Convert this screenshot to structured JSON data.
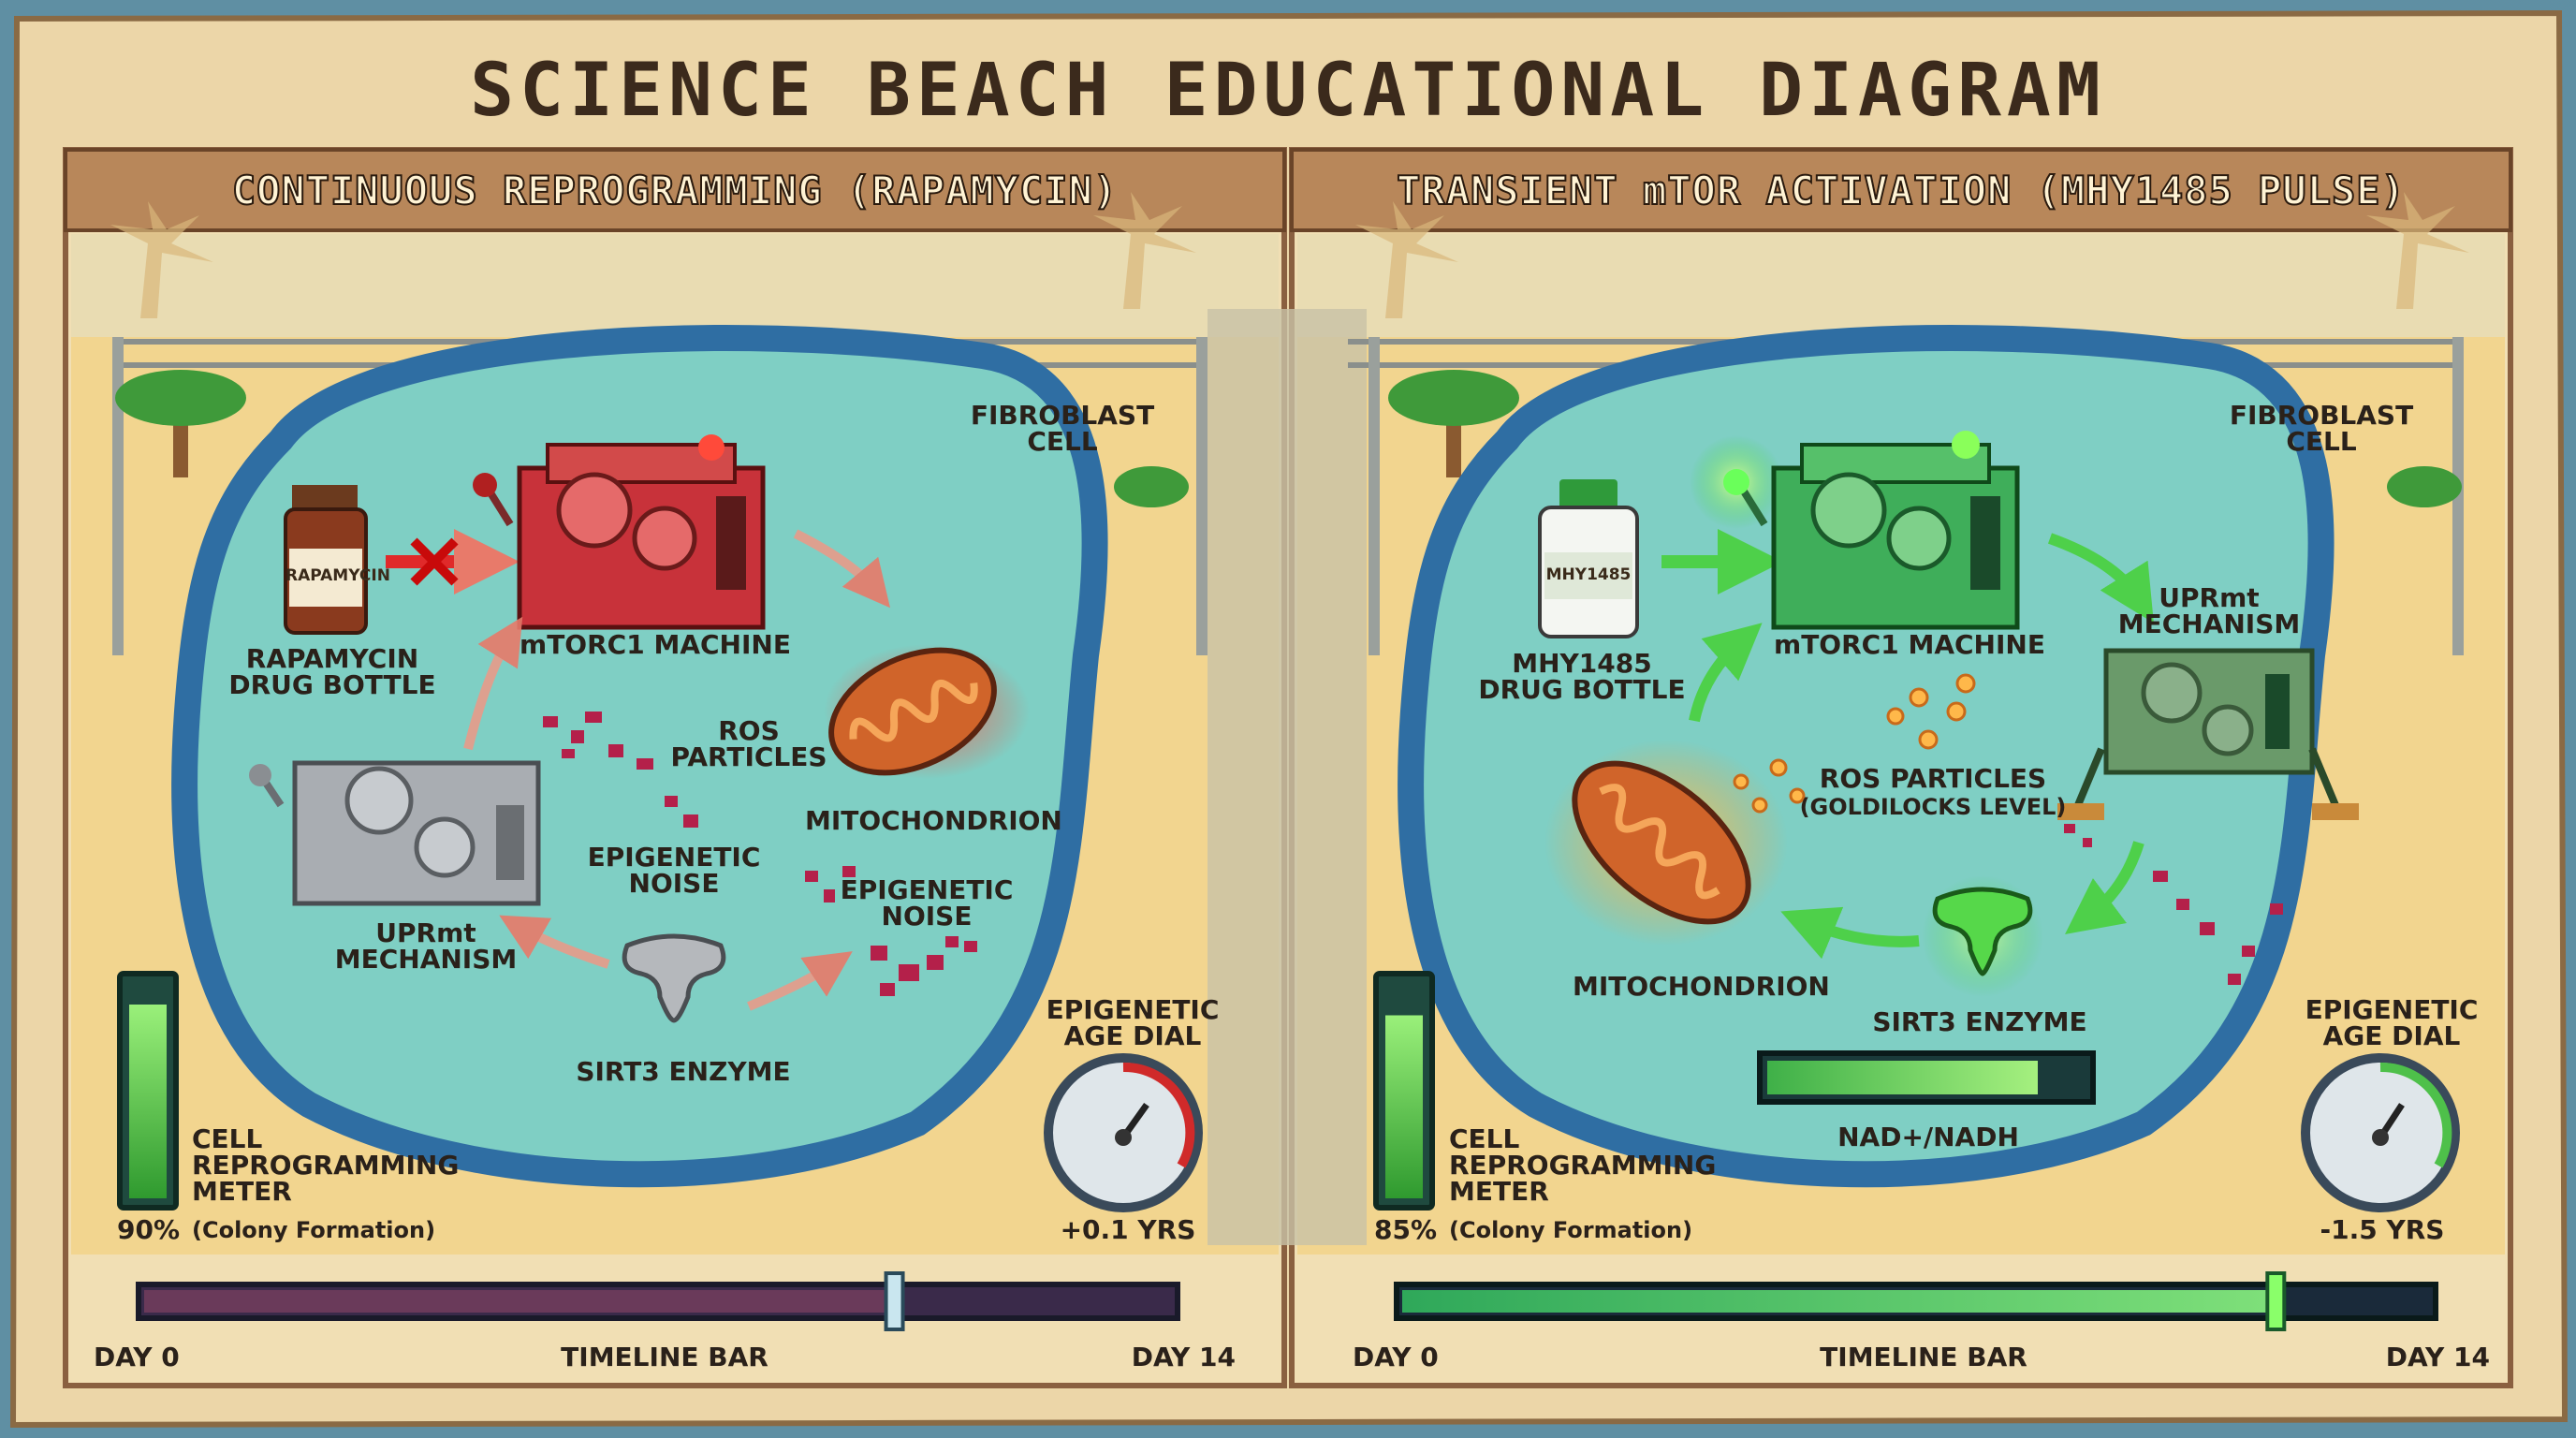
{
  "title": "SCIENCE BEACH EDUCATIONAL DIAGRAM",
  "left": {
    "header": "CONTINUOUS REPROGRAMMING (RAPAMYCIN)",
    "fibroblast": "FIBROBLAST\nCELL",
    "bottle_text": "RAPAMYCIN",
    "bottle_label": "RAPAMYCIN\nDRUG BOTTLE",
    "mtorc1": "mTORC1 MACHINE",
    "ros": "ROS\nPARTICLES",
    "mito": "MITOCHONDRION",
    "noise1": "EPIGENETIC\nNOISE",
    "noise2": "EPIGENETIC\nNOISE",
    "uprmt": "UPRmt\nMECHANISM",
    "sirt3": "SIRT3 ENZYME",
    "age_dial": "EPIGENETIC\nAGE DIAL",
    "age_value": "+0.1 YRS",
    "meter_label": "CELL\nREPROGRAMMING\nMETER",
    "meter_value": "90%",
    "meter_sub": "(Colony Formation)",
    "meter_level": 0.9,
    "day_start": "DAY 0",
    "timeline": "TIMELINE BAR",
    "day_end": "DAY 14",
    "timeline_progress": 0.73
  },
  "right": {
    "header": "TRANSIENT mTOR ACTIVATION (MHY1485 PULSE)",
    "fibroblast": "FIBROBLAST\nCELL",
    "bottle_text": "MHY1485",
    "bottle_label": "MHY1485\nDRUG BOTTLE",
    "mtorc1": "mTORC1 MACHINE",
    "uprmt": "UPRmt\nMECHANISM",
    "ros": "ROS PARTICLES",
    "ros_sub": "(GOLDILOCKS LEVEL)",
    "mito": "MITOCHONDRION",
    "sirt3": "SIRT3 ENZYME",
    "nad": "NAD+/NADH",
    "nad_level": 0.85,
    "age_dial": "EPIGENETIC\nAGE DIAL",
    "age_value": "-1.5 YRS",
    "meter_label": "CELL\nREPROGRAMMING\nMETER",
    "meter_value": "85%",
    "meter_sub": "(Colony Formation)",
    "meter_level": 0.85,
    "day_start": "DAY 0",
    "timeline": "TIMELINE BAR",
    "day_end": "DAY 14",
    "timeline_progress": 0.85
  },
  "colors": {
    "parchment": "#ecd6a8",
    "sand": "#f2d58f",
    "water": "#7fcfc4",
    "cell_border": "#2f6ea3",
    "red_machine": "#c8323a",
    "green_machine": "#3fae5a",
    "grey_machine": "#a9adb2",
    "mito": "#d0642a",
    "meter_green": "#5fd24a"
  }
}
